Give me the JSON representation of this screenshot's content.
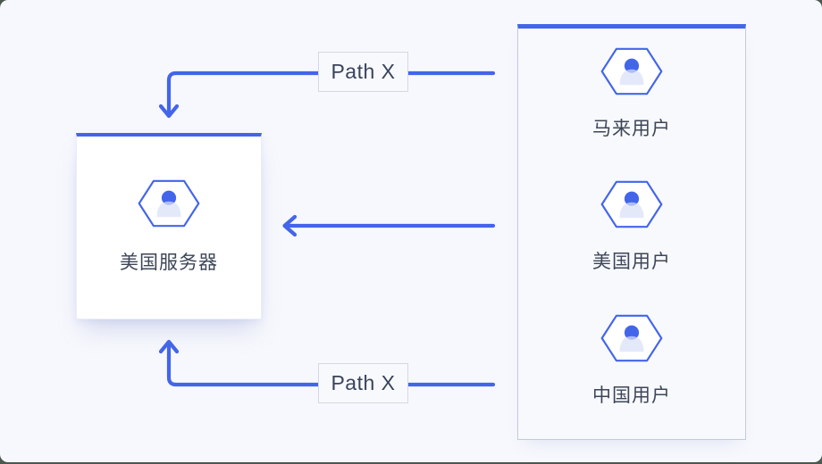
{
  "diagram": {
    "title": "traffic-path-diagram",
    "colors": {
      "accent": "#4365ea",
      "panel_bg": "#f7f8fd",
      "server_card_bg": "#ffffff",
      "users_card_bg": "#f8f9fd",
      "card_border": "#c3cada",
      "label_text": "#3d4657",
      "icon_body": "#d9e0f8"
    },
    "server_card": {
      "label": "美国服务器",
      "icon": "user-hexagon-icon"
    },
    "users_card": {
      "items": [
        {
          "label": "马来用户",
          "icon": "user-hexagon-icon"
        },
        {
          "label": "美国用户",
          "icon": "user-hexagon-icon"
        },
        {
          "label": "中国用户",
          "icon": "user-hexagon-icon"
        }
      ]
    },
    "connections": [
      {
        "position": "top",
        "from": "users",
        "to": "server",
        "label": "Path X"
      },
      {
        "position": "middle",
        "from": "users",
        "to": "server",
        "label": ""
      },
      {
        "position": "bottom",
        "from": "users",
        "to": "server",
        "label": "Path X"
      }
    ]
  }
}
